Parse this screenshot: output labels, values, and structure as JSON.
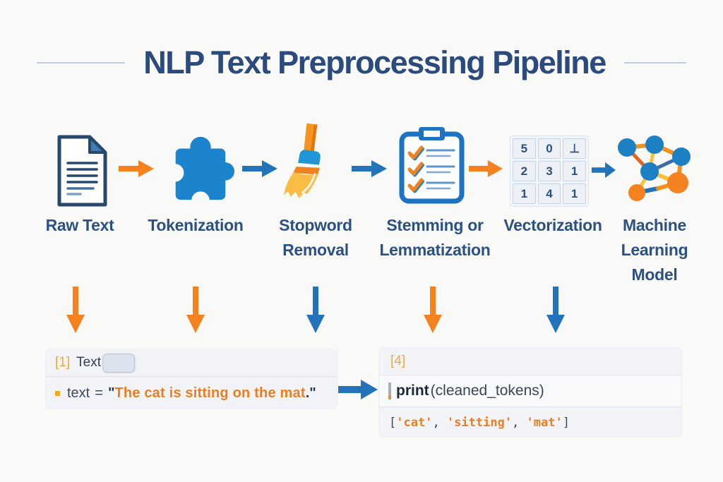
{
  "title": {
    "text": "NLP Text Preprocessing Pipeline"
  },
  "pipeline": {
    "stages": [
      {
        "label": "Raw Text",
        "icon": "document-icon"
      },
      {
        "label": "Tokenization",
        "icon": "puzzle-piece-icon"
      },
      {
        "label": "Stopword Removal",
        "icon": "broom-icon"
      },
      {
        "label": "Stemming or Lemmatization",
        "icon": "clipboard-checklist-icon"
      },
      {
        "label": "Vectorization",
        "icon": "number-matrix-icon"
      },
      {
        "label": "Machine Learning Model",
        "icon": "neural-network-icon"
      }
    ],
    "connector_colors": [
      "orange",
      "blue",
      "blue",
      "orange",
      "blue"
    ],
    "down_arrow_colors": [
      "orange",
      "orange",
      "blue",
      "orange",
      "blue"
    ]
  },
  "matrix": {
    "rows": [
      [
        "5",
        "0",
        "⊥"
      ],
      [
        "2",
        "3",
        "1"
      ],
      [
        "1",
        "4",
        "1"
      ]
    ]
  },
  "code_input": {
    "cell_label": "[1]",
    "header_title": "Text",
    "code_var": "text",
    "code_equals": "=",
    "open_quote": "\"",
    "string_value": "The cat is sitting on the mat",
    "close_punct": ".\""
  },
  "code_output": {
    "cell_label": "[4]",
    "func_name": "print",
    "func_args": "(cleaned_tokens)",
    "bracket_open": "[",
    "tokens": [
      "'cat'",
      "'sitting'",
      "'mat'"
    ],
    "separator": ", ",
    "bracket_close": "]"
  },
  "colors": {
    "orange": "#f5821f",
    "blue": "#2273b9",
    "title_navy": "#2b4a7d",
    "label_navy": "#2b5183",
    "code_orange": "#ee7d1d",
    "amber": "#f0a93c",
    "code_dark": "#3d4a5c",
    "block_bg": "#f2f3f6"
  }
}
